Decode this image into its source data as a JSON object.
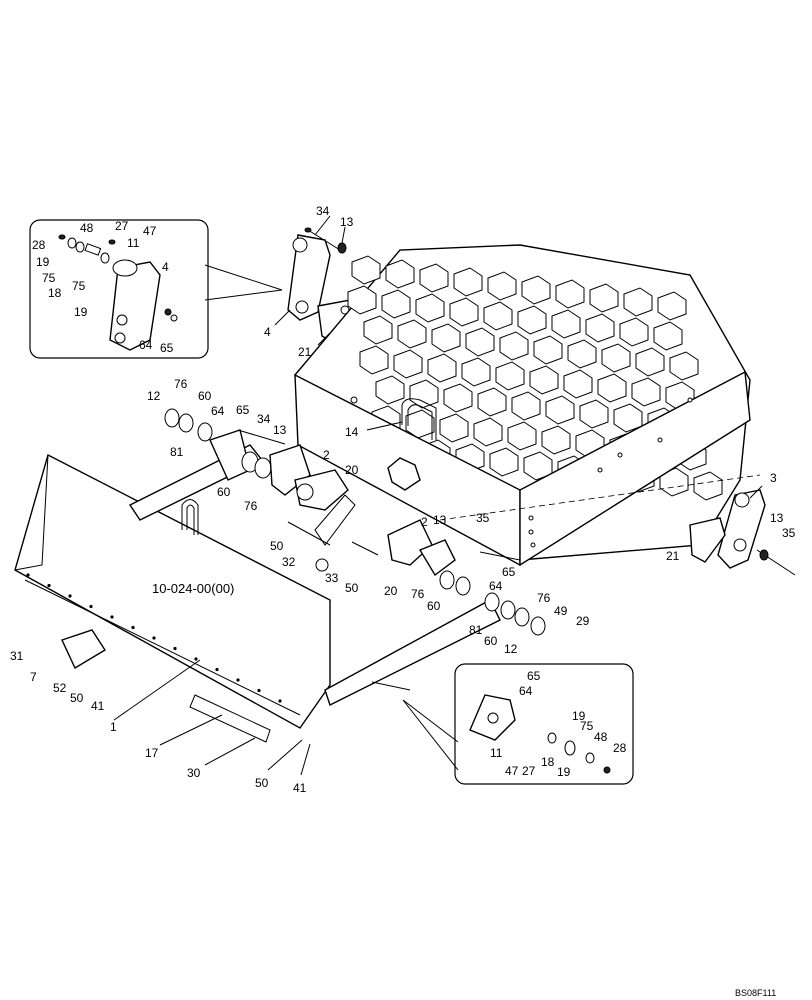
{
  "assembly_code": "10-024-00(00)",
  "figure_code": "BS08F111",
  "callouts": [
    {
      "id": "c-34a",
      "text": "34"
    },
    {
      "id": "c-13a",
      "text": "13"
    },
    {
      "id": "c-4a",
      "text": "4"
    },
    {
      "id": "c-21a",
      "text": "21"
    },
    {
      "id": "c-28a",
      "text": "28"
    },
    {
      "id": "c-48a",
      "text": "48"
    },
    {
      "id": "c-27a",
      "text": "27"
    },
    {
      "id": "c-47a",
      "text": "47"
    },
    {
      "id": "c-11a",
      "text": "11"
    },
    {
      "id": "c-19a",
      "text": "19"
    },
    {
      "id": "c-75a",
      "text": "75"
    },
    {
      "id": "c-18a",
      "text": "18"
    },
    {
      "id": "c-75b",
      "text": "75"
    },
    {
      "id": "c-4b",
      "text": "4"
    },
    {
      "id": "c-19b",
      "text": "19"
    },
    {
      "id": "c-64a",
      "text": "64"
    },
    {
      "id": "c-65a",
      "text": "65"
    },
    {
      "id": "c-12a",
      "text": "12"
    },
    {
      "id": "c-76a",
      "text": "76"
    },
    {
      "id": "c-60a",
      "text": "60"
    },
    {
      "id": "c-64b",
      "text": "64"
    },
    {
      "id": "c-65b",
      "text": "65"
    },
    {
      "id": "c-34b",
      "text": "34"
    },
    {
      "id": "c-13b",
      "text": "13"
    },
    {
      "id": "c-81a",
      "text": "81"
    },
    {
      "id": "c-14",
      "text": "14"
    },
    {
      "id": "c-2a",
      "text": "2"
    },
    {
      "id": "c-20a",
      "text": "20"
    },
    {
      "id": "c-60b",
      "text": "60"
    },
    {
      "id": "c-76b",
      "text": "76"
    },
    {
      "id": "c-50a",
      "text": "50"
    },
    {
      "id": "c-32",
      "text": "32"
    },
    {
      "id": "c-33",
      "text": "33"
    },
    {
      "id": "c-50b",
      "text": "50"
    },
    {
      "id": "c-2b",
      "text": "2"
    },
    {
      "id": "c-13c",
      "text": "13"
    },
    {
      "id": "c-35a",
      "text": "35"
    },
    {
      "id": "c-20b",
      "text": "20"
    },
    {
      "id": "c-76c",
      "text": "76"
    },
    {
      "id": "c-60c",
      "text": "60"
    },
    {
      "id": "c-65c",
      "text": "65"
    },
    {
      "id": "c-64c",
      "text": "64"
    },
    {
      "id": "c-76d",
      "text": "76"
    },
    {
      "id": "c-49",
      "text": "49"
    },
    {
      "id": "c-29",
      "text": "29"
    },
    {
      "id": "c-81b",
      "text": "81"
    },
    {
      "id": "c-60d",
      "text": "60"
    },
    {
      "id": "c-12b",
      "text": "12"
    },
    {
      "id": "c-3",
      "text": "3"
    },
    {
      "id": "c-13d",
      "text": "13"
    },
    {
      "id": "c-35b",
      "text": "35"
    },
    {
      "id": "c-21b",
      "text": "21"
    },
    {
      "id": "c-31",
      "text": "31"
    },
    {
      "id": "c-7",
      "text": "7"
    },
    {
      "id": "c-52",
      "text": "52"
    },
    {
      "id": "c-50c",
      "text": "50"
    },
    {
      "id": "c-41a",
      "text": "41"
    },
    {
      "id": "c-1",
      "text": "1"
    },
    {
      "id": "c-17",
      "text": "17"
    },
    {
      "id": "c-30",
      "text": "30"
    },
    {
      "id": "c-50d",
      "text": "50"
    },
    {
      "id": "c-41b",
      "text": "41"
    },
    {
      "id": "c-65d",
      "text": "65"
    },
    {
      "id": "c-64d",
      "text": "64"
    },
    {
      "id": "c-19c",
      "text": "19"
    },
    {
      "id": "c-75c",
      "text": "75"
    },
    {
      "id": "c-48b",
      "text": "48"
    },
    {
      "id": "c-28b",
      "text": "28"
    },
    {
      "id": "c-11b",
      "text": "11"
    },
    {
      "id": "c-47b",
      "text": "47"
    },
    {
      "id": "c-27b",
      "text": "27"
    },
    {
      "id": "c-18b",
      "text": "18"
    },
    {
      "id": "c-19d",
      "text": "19"
    }
  ]
}
